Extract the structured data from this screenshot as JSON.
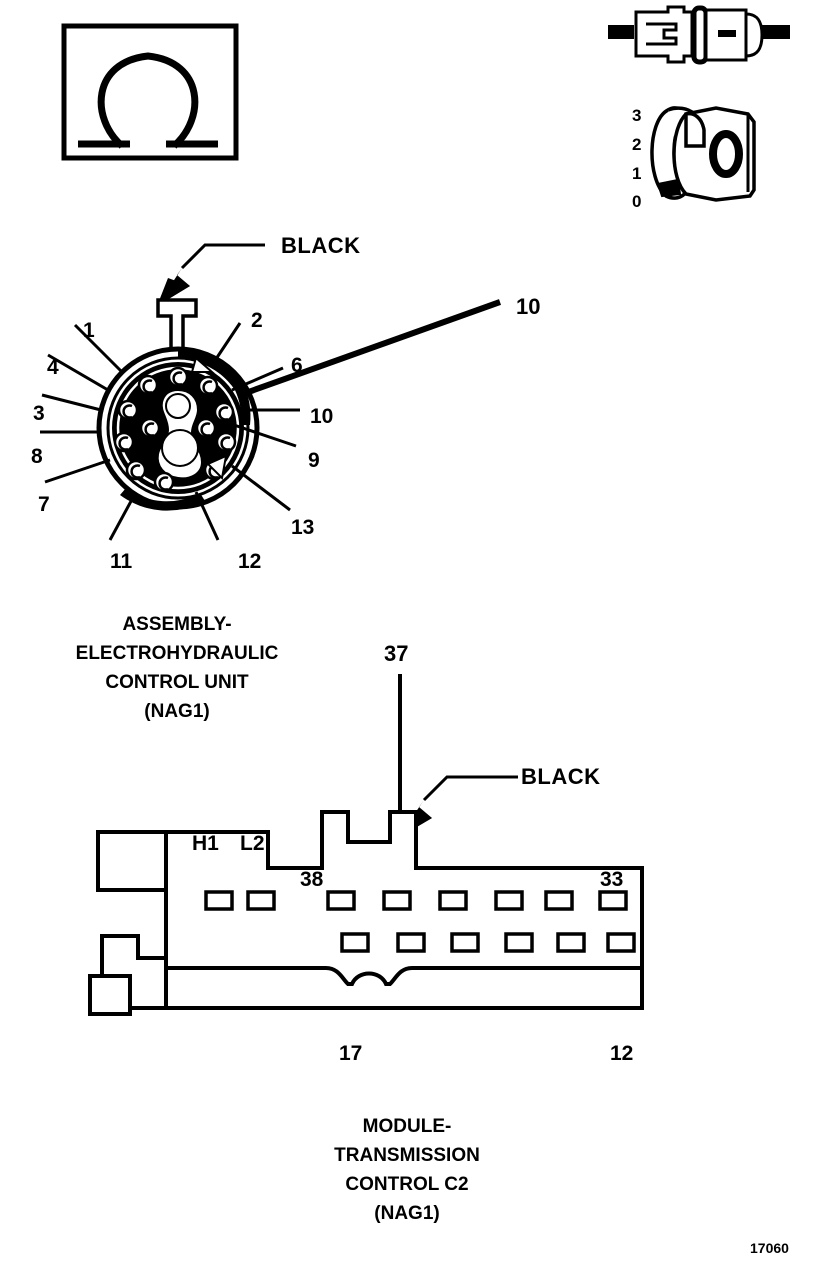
{
  "figure": {
    "id_label": "17060",
    "symbol_box": {
      "glyph": "ohm-symbol",
      "meaning": "resistance-test-symbol"
    }
  },
  "top_right_icons": {
    "inline_connector": {
      "name": "inline-connector-illustration"
    },
    "keyed_connector": {
      "name": "keyed-connector-illustration",
      "position_value": "0",
      "scale_labels": [
        "3",
        "2",
        "1",
        "0"
      ]
    }
  },
  "connector_round": {
    "name": "ASSEMBLY-ELECTROHYDRAULIC CONTROL UNIT (NAG1)",
    "caption_lines": [
      "ASSEMBLY-",
      "ELECTROHYDRAULIC",
      "CONTROL UNIT",
      "(NAG1)"
    ],
    "color_label": "BLACK",
    "highlight_pin": "10",
    "pin_callouts": [
      {
        "label": "1",
        "side": "left"
      },
      {
        "label": "4",
        "side": "left"
      },
      {
        "label": "3",
        "side": "left"
      },
      {
        "label": "8",
        "side": "left"
      },
      {
        "label": "7",
        "side": "left"
      },
      {
        "label": "11",
        "side": "bottom"
      },
      {
        "label": "12",
        "side": "bottom"
      },
      {
        "label": "13",
        "side": "right"
      },
      {
        "label": "9",
        "side": "right"
      },
      {
        "label": "10",
        "side": "right"
      },
      {
        "label": "6",
        "side": "right"
      },
      {
        "label": "2",
        "side": "top"
      }
    ]
  },
  "connector_rect": {
    "name": "MODULE-TRANSMISSION CONTROL C2 (NAG1)",
    "caption_lines": [
      "MODULE-",
      "TRANSMISSION",
      "CONTROL C2",
      "(NAG1)"
    ],
    "color_label": "BLACK",
    "highlight_pin": "37",
    "terminal_labels": [
      "H1",
      "L2"
    ],
    "cavity_corner_labels": {
      "top_left": "38",
      "top_right": "33",
      "bottom_left": "17",
      "bottom_right": "12"
    }
  },
  "colors": {
    "line": "#000000",
    "background": "#ffffff"
  }
}
